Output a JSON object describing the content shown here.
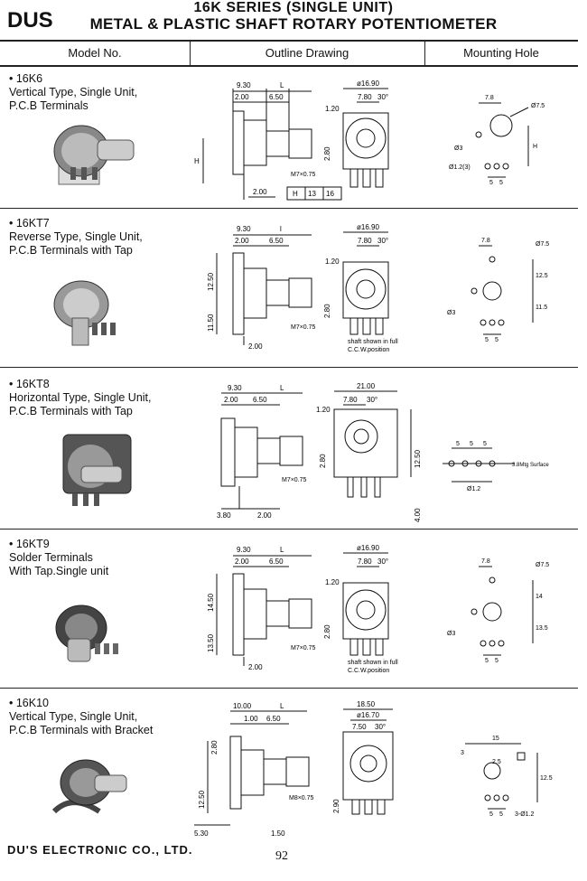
{
  "header": {
    "logo_text": "DUS",
    "title_line1": "16K SERIES (SINGLE UNIT)",
    "title_line2": "METAL & PLASTIC SHAFT ROTARY POTENTIOMETER"
  },
  "columns": {
    "model": "Model No.",
    "outline": "Outline Drawing",
    "mounting": "Mounting Hole"
  },
  "models": [
    {
      "name": "• 16K6",
      "desc1": "Vertical Type, Single Unit,",
      "desc2": "P.C.B Terminals",
      "desc3": "",
      "dims": {
        "a": "9.30",
        "b": "L",
        "c": "2.00",
        "d": "6.50",
        "e": "ø16.90",
        "f": "7.80",
        "g": "30°",
        "h": "1.20",
        "i": "2.80",
        "j": "M7×0.75",
        "k": "2.00",
        "l": "H",
        "m": "13",
        "n": "16",
        "hh": "H"
      },
      "mount": {
        "a": "7.8",
        "b": "Ø7.5",
        "c": "Ø3",
        "d": "H",
        "e": "Ø1.2(3)",
        "f": "5",
        "g": "5"
      }
    },
    {
      "name": "• 16KT7",
      "desc1": "Reverse Type, Single Unit,",
      "desc2": "P.C.B Terminals with Tap",
      "desc3": "",
      "dims": {
        "a": "9.30",
        "b": "l",
        "c": "2.00",
        "d": "6.50",
        "e": "ø16.90",
        "f": "7.80",
        "g": "30°",
        "h": "1.20",
        "i": "2.80",
        "j": "M7×0.75",
        "k": "2.00",
        "l": "12.50",
        "m": "11.50",
        "n": "shaft shown in full",
        "o": "C.C.W.position"
      },
      "mount": {
        "a": "7.8",
        "b": "Ø7.5",
        "c": "Ø3",
        "d": "12.5",
        "e": "11.5",
        "f": "5",
        "g": "5"
      }
    },
    {
      "name": "• 16KT8",
      "desc1": "Horizontal Type, Single Unit,",
      "desc2": "P.C.B Terminals with Tap",
      "desc3": "",
      "dims": {
        "a": "9.30",
        "b": "L",
        "c": "2.00",
        "d": "6.50",
        "e": "21.00",
        "f": "7.80",
        "g": "30°",
        "h": "1.20",
        "i": "2.80",
        "j": "M7×0.75",
        "k": "3.80",
        "l": "2.00",
        "m": "12.50",
        "n": "4.00"
      },
      "mount": {
        "a": "5",
        "b": "5",
        "c": "5",
        "d": "3.8Mtg Surface",
        "e": "Ø1.2"
      }
    },
    {
      "name": "• 16KT9",
      "desc1": "Solder Terminals",
      "desc2": "With Tap.Single unit",
      "desc3": "",
      "dims": {
        "a": "9.30",
        "b": "L",
        "c": "2.00",
        "d": "6.50",
        "e": "ø16.90",
        "f": "7.80",
        "g": "30°",
        "h": "1.20",
        "i": "2.80",
        "j": "M7×0.75",
        "k": "2.00",
        "l": "14.50",
        "m": "13.50",
        "n": "shaft shown in full",
        "o": "C.C.W.position"
      },
      "mount": {
        "a": "7.8",
        "b": "Ø7.5",
        "c": "Ø3",
        "d": "14",
        "e": "13.5",
        "f": "5",
        "g": "5"
      }
    },
    {
      "name": "• 16K10",
      "desc1": "Vertical Type, Single Unit,",
      "desc2": "P.C.B Terminals with Bracket",
      "desc3": "",
      "dims": {
        "a": "10.00",
        "b": "L",
        "c": "1.00",
        "d": "6.50",
        "e": "18.50",
        "f": "ø16.70",
        "g": "7.50",
        "h": "30°",
        "i": "2.80",
        "j": "M8×0.75",
        "k": "12.50",
        "l": "5.30",
        "m": "1.50",
        "n": "2.90"
      },
      "mount": {
        "a": "15",
        "b": "3",
        "c": "2.5",
        "d": "12.5",
        "e": "5",
        "f": "5",
        "g": "3-Ø1.2"
      }
    }
  ],
  "footer": {
    "company": "DU'S ELECTRONIC CO., LTD.",
    "page": "92"
  }
}
